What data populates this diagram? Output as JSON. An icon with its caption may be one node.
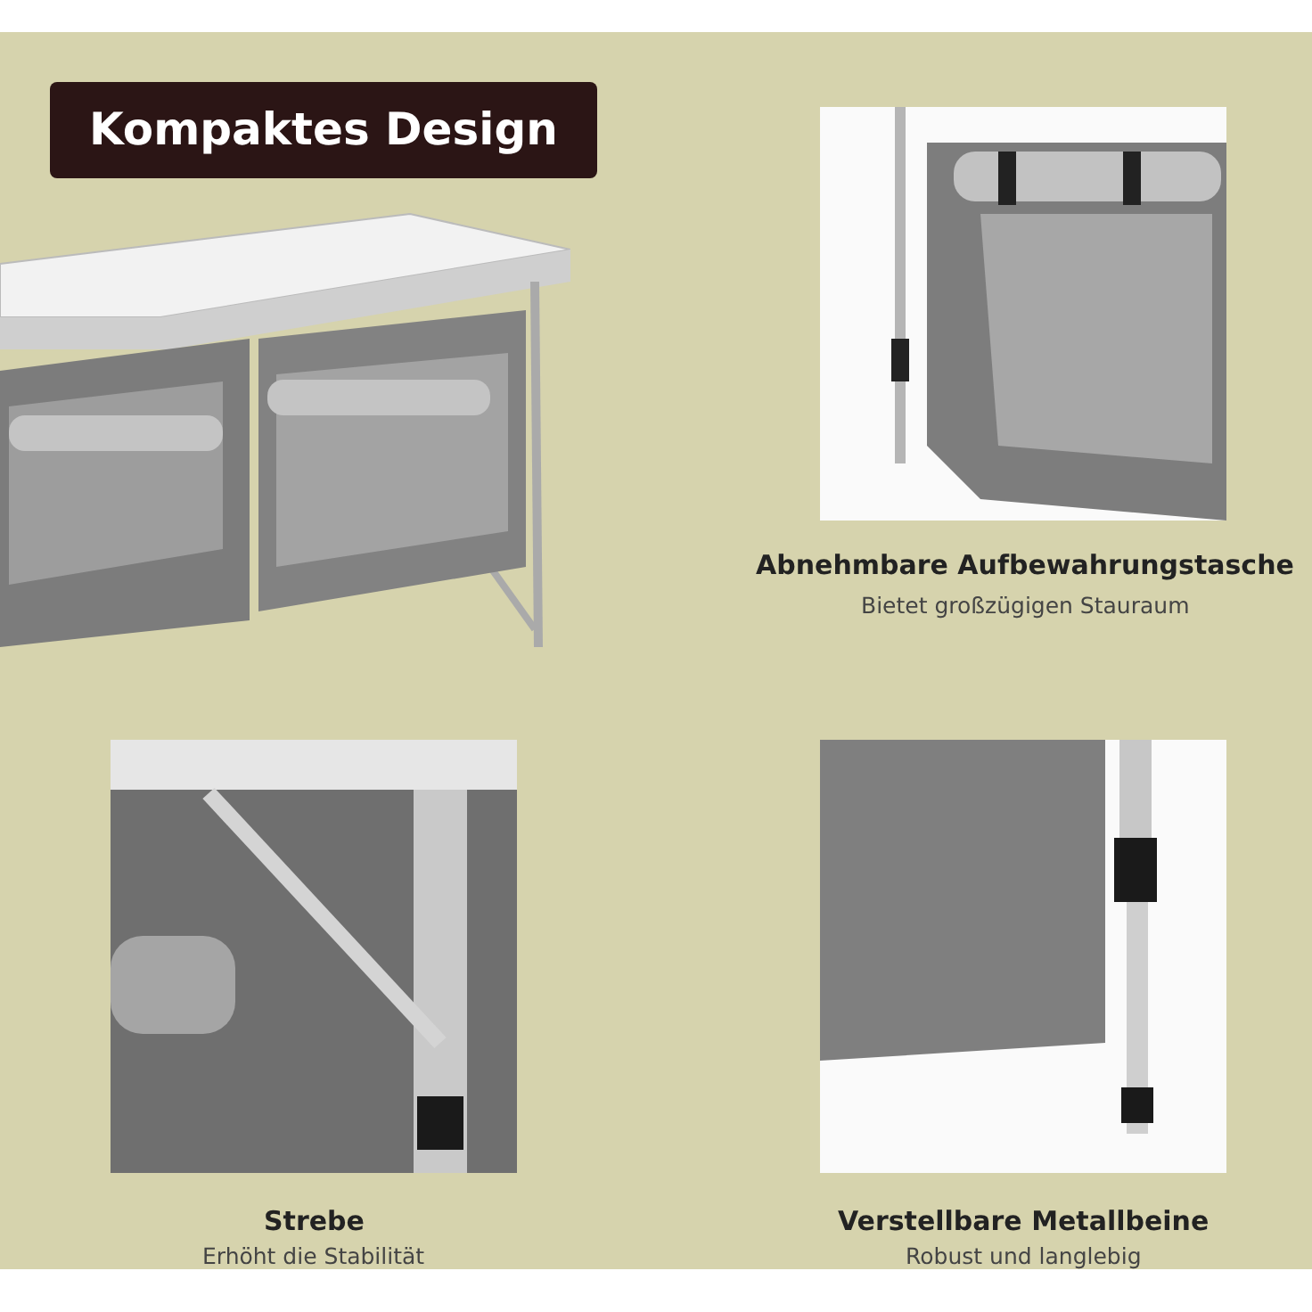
{
  "diagram": {
    "title": "Kompaktes Design",
    "labels": [
      "Abnehmbare Aufbewahrungstasche",
      "Bietet großzügigen Stauraum",
      "Strebe",
      "Erhöht die Stabilität",
      "Verstellbare Metallbeine",
      "Robust und langlebig"
    ]
  }
}
